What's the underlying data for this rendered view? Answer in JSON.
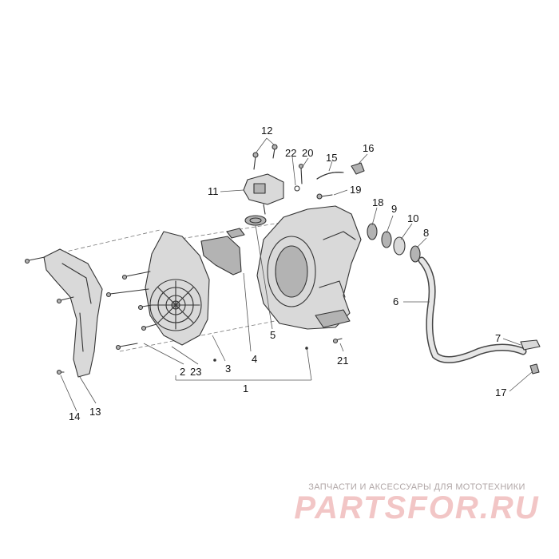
{
  "diagram": {
    "part_labels": {
      "p1": "1",
      "p2": "2",
      "p3": "3",
      "p4": "4",
      "p5": "5",
      "p6": "6",
      "p7": "7",
      "p8": "8",
      "p9": "9",
      "p10": "10",
      "p11": "11",
      "p12": "12",
      "p13": "13",
      "p14": "14",
      "p15": "15",
      "p16": "16",
      "p17": "17",
      "p18": "18",
      "p19": "19",
      "p20": "20",
      "p21": "21",
      "p22": "22",
      "p23": "23"
    }
  },
  "watermark": {
    "tagline": "ЗАПЧАСТИ И АКСЕССУАРЫ ДЛЯ МОТОТЕХНИКИ",
    "logo": "PARTSFOR.RU"
  }
}
